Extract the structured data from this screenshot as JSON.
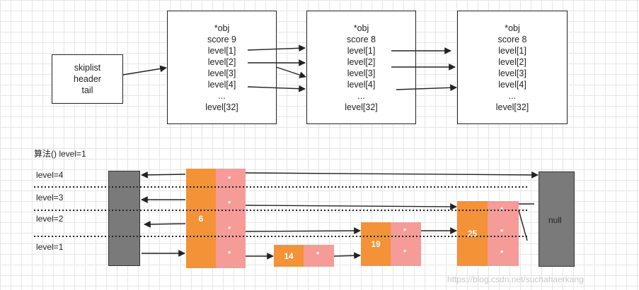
{
  "header_box": {
    "lines": [
      "skiplist",
      "header",
      "tail"
    ]
  },
  "nodes": [
    {
      "lines": [
        "*obj",
        "score 9",
        "level[1]",
        "level[2]",
        "level[3]",
        "level[4]",
        "...",
        "level[32]"
      ]
    },
    {
      "lines": [
        "*obj",
        "score 8",
        "level[1]",
        "level[2]",
        "level[3]",
        "level[4]",
        "...",
        "level[32]"
      ]
    },
    {
      "lines": [
        "*obj",
        "score 8",
        "level[1]",
        "level[2]",
        "level[3]",
        "level[4]",
        "...",
        "level[32]"
      ]
    }
  ],
  "algo_label": "算法() level=1",
  "level_labels": [
    "level=4",
    "level=3",
    "level=2",
    "level=1"
  ],
  "bottom": {
    "values": [
      "6",
      "14",
      "19",
      "25"
    ],
    "star": "*",
    "null_label": "null"
  },
  "watermark": "https://blog.csdn.net/suchahaerkang"
}
